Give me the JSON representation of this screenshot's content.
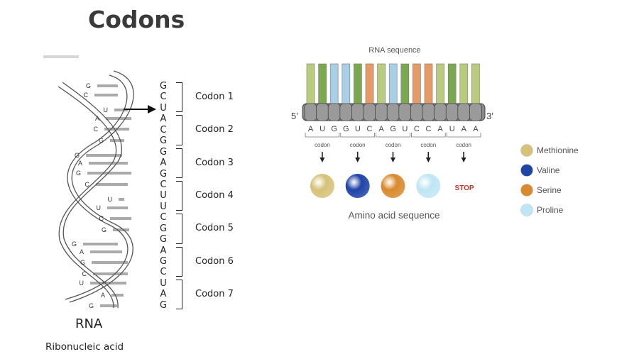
{
  "slide": {
    "title": "Codons"
  },
  "left": {
    "helix_bases": [
      "G",
      "C",
      "U",
      "A",
      "C",
      "G",
      "G",
      "A",
      "G",
      "C",
      "U",
      "U",
      "C",
      "G",
      "G",
      "A",
      "G",
      "C",
      "U",
      "A",
      "G"
    ],
    "sequence": [
      "G",
      "C",
      "U",
      "A",
      "C",
      "G",
      "G",
      "A",
      "G",
      "C",
      "U",
      "U",
      "C",
      "G",
      "G",
      "A",
      "G",
      "C",
      "U",
      "A",
      "G"
    ],
    "codon_labels": [
      "Codon 1",
      "Codon 2",
      "Codon 3",
      "Codon 4",
      "Codon 5",
      "Codon 6",
      "Codon 7"
    ],
    "rna_label": "RNA",
    "rna_full": "Ribonucleic acid"
  },
  "right": {
    "rna_sequence_label": "RNA sequence",
    "five_prime": "5′",
    "three_prime": "3′",
    "bases": [
      "A",
      "U",
      "G",
      "G",
      "U",
      "C",
      "A",
      "G",
      "U",
      "C",
      "C",
      "A",
      "U",
      "A",
      "A"
    ],
    "codon_word": "codon",
    "amino_acid_label": "Amino acid sequence",
    "stop_label": "STOP",
    "colors": {
      "A": "#b9cc7e",
      "U": "#7aa84c",
      "G": "#a9cfe6",
      "C": "#e79a64",
      "methionine": "#d6c27a",
      "valine": "#1f44a8",
      "serine": "#d98a2d",
      "proline": "#bfe6f4",
      "stop": "#c0392b"
    },
    "legend": [
      {
        "name": "Methionine",
        "color": "#d6c27a"
      },
      {
        "name": "Valine",
        "color": "#1f44a8"
      },
      {
        "name": "Serine",
        "color": "#d98a2d"
      },
      {
        "name": "Proline",
        "color": "#bfe6f4"
      }
    ]
  }
}
